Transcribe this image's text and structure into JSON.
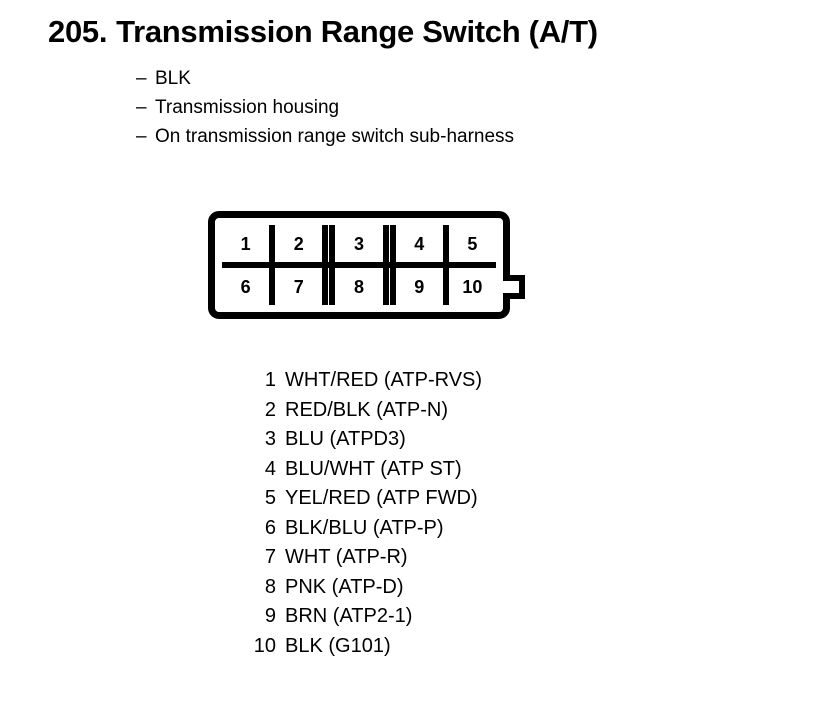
{
  "title": {
    "number": "205.",
    "text": "Transmission Range Switch (A/T)"
  },
  "notes": {
    "dash": "–",
    "items": [
      "BLK",
      "Transmission housing",
      "On transmission range switch sub-harness"
    ]
  },
  "connector": {
    "top_row": [
      "1",
      "2",
      "3",
      "4",
      "5"
    ],
    "bottom_row": [
      "6",
      "7",
      "8",
      "9",
      "10"
    ]
  },
  "pin_list": [
    {
      "num": "1",
      "desc": "WHT/RED (ATP-RVS)"
    },
    {
      "num": "2",
      "desc": "RED/BLK (ATP-N)"
    },
    {
      "num": "3",
      "desc": "BLU (ATPD3)"
    },
    {
      "num": "4",
      "desc": "BLU/WHT (ATP ST)"
    },
    {
      "num": "5",
      "desc": "YEL/RED (ATP FWD)"
    },
    {
      "num": "6",
      "desc": "BLK/BLU (ATP-P)"
    },
    {
      "num": "7",
      "desc": "WHT (ATP-R)"
    },
    {
      "num": "8",
      "desc": "PNK (ATP-D)"
    },
    {
      "num": "9",
      "desc": "BRN (ATP2-1)"
    },
    {
      "num": "10",
      "desc": "BLK (G101)"
    }
  ],
  "colors": {
    "ink": "#000000",
    "background": "#ffffff"
  }
}
